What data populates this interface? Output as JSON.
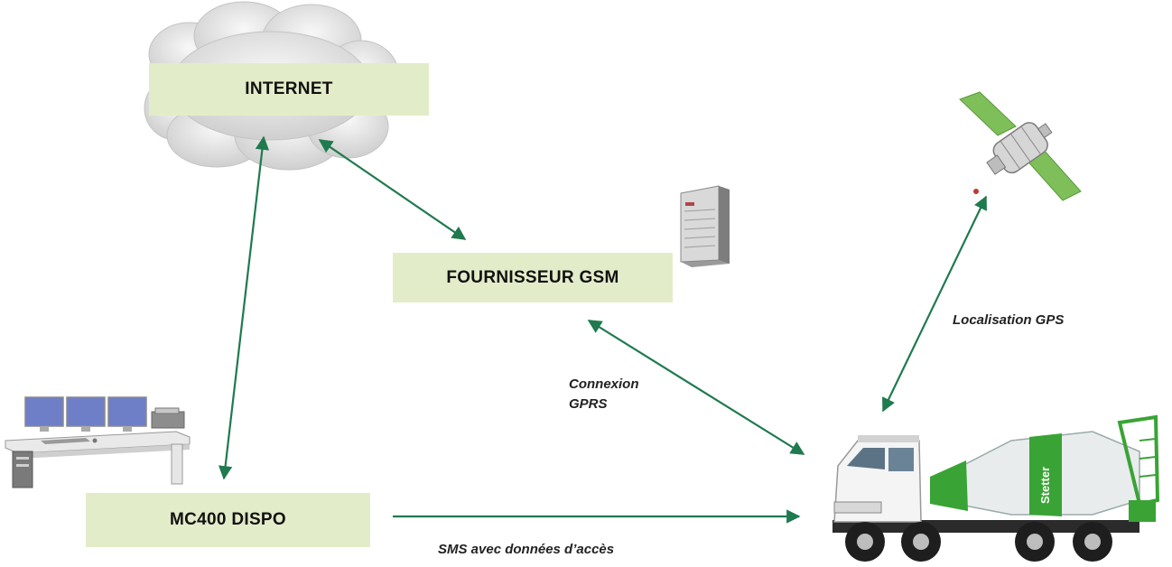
{
  "colors": {
    "box_fill": "#e3ecc8",
    "arrow": "#1f7a4f",
    "truck_green": "#3aa335"
  },
  "nodes": {
    "internet": "INTERNET",
    "gsm_provider": "FOURNISSEUR GSM",
    "dispo": "MC400 DISPO"
  },
  "labels": {
    "gprs_line1": "Connexion",
    "gprs_line2": "GPRS",
    "gps": "Localisation GPS",
    "sms": "SMS avec données d’accès"
  },
  "truck_brand": "Stetter",
  "icons": [
    "cloud-icon",
    "server-icon",
    "satellite-icon",
    "workstation-icon",
    "mixer-truck-icon"
  ]
}
